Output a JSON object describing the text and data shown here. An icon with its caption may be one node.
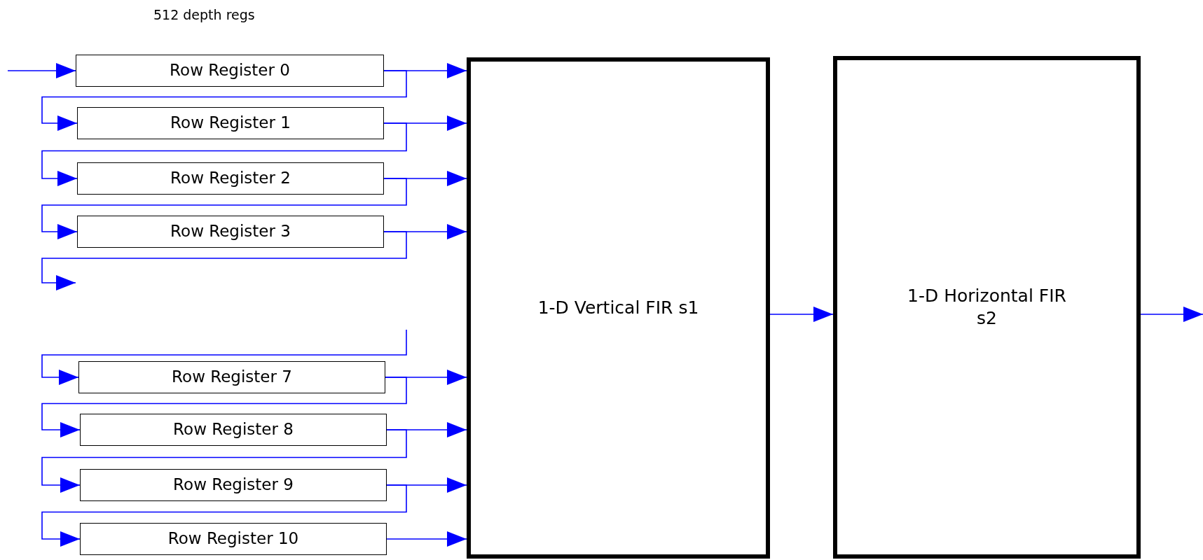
{
  "diagram": {
    "nodes": [
      {
        "text": [
          "Row Register 0"
        ]
      },
      {
        "text": [
          "Row Register 1"
        ]
      },
      {
        "text": [
          "Row Register 2"
        ]
      },
      {
        "text": [
          "Row Register 3"
        ]
      },
      {
        "text": [
          "Row Register 7"
        ]
      },
      {
        "text": [
          "Row Register 8"
        ]
      },
      {
        "text": [
          "Row Register 9"
        ]
      },
      {
        "text": [
          "Row Register 10"
        ]
      },
      {
        "text": [
          "1-D Vertical FIR s1"
        ]
      },
      {
        "text": [
          "1-D Horizontal FIR s2"
        ]
      }
    ],
    "edges": [
      {
        "from": null,
        "to": 0,
        "arrow": "to"
      },
      {
        "from": 0,
        "to": 8,
        "arrow": "to"
      },
      {
        "from": 1,
        "to": 8,
        "arrow": "to"
      },
      {
        "from": 2,
        "to": 8,
        "arrow": "to"
      },
      {
        "from": 3,
        "to": 8,
        "arrow": "to"
      },
      {
        "from": 4,
        "to": 8,
        "arrow": "to"
      },
      {
        "from": 5,
        "to": 8,
        "arrow": "to"
      },
      {
        "from": 6,
        "to": 8,
        "arrow": "to"
      },
      {
        "from": 7,
        "to": 8,
        "arrow": "to"
      },
      {
        "from": 0,
        "to": 1,
        "arrow": "to"
      },
      {
        "from": 1,
        "to": 2,
        "arrow": "to"
      },
      {
        "from": 2,
        "to": 3,
        "arrow": "to"
      },
      {
        "from": 3,
        "to": null,
        "arrow": "to"
      },
      {
        "from": null,
        "to": 4,
        "arrow": "to"
      },
      {
        "from": 4,
        "to": 5,
        "arrow": "to"
      },
      {
        "from": 5,
        "to": 6,
        "arrow": "to"
      },
      {
        "from": 6,
        "to": 7,
        "arrow": "to"
      },
      {
        "from": 8,
        "to": 9,
        "arrow": "to"
      },
      {
        "from": 9,
        "to": null,
        "arrow": "to"
      }
    ],
    "labels": [
      "512 depth regs"
    ]
  }
}
